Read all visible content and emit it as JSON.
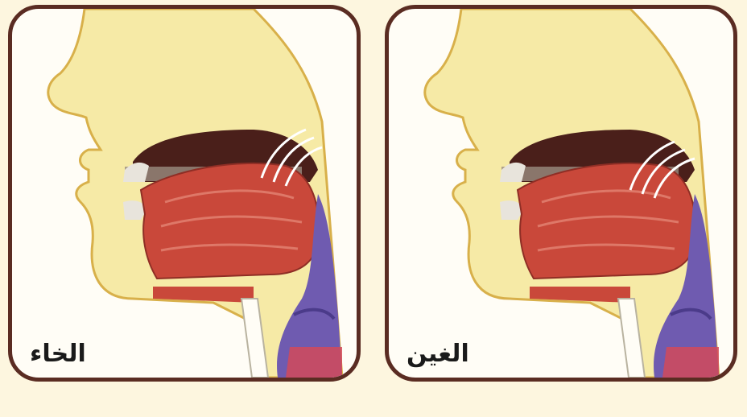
{
  "panels": [
    {
      "id": "left",
      "label": "الخاء"
    },
    {
      "id": "right",
      "label": "الغين"
    }
  ],
  "colors": {
    "background": "#fdf6df",
    "border": "#5a2c22",
    "skin": "#f6eaa6",
    "skin_outline": "#d8b04a",
    "muscle": "#c9483a",
    "muscle_light": "#de7868",
    "cavity": "#4a1f1a",
    "teeth": "#e8e4dc",
    "throat": "#6f5bb0",
    "throat_dark": "#4b3b8a",
    "throat_red": "#d24a5a"
  }
}
